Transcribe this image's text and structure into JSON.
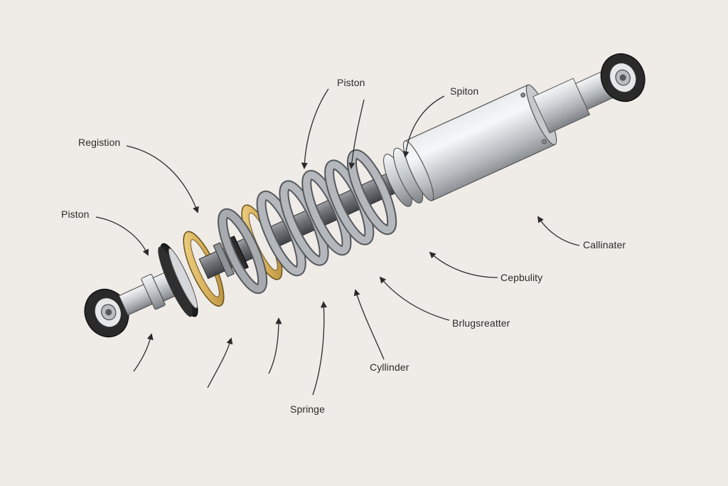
{
  "labels": {
    "piston_top": "Piston",
    "spiton": "Spiton",
    "registion": "Registion",
    "piston_left": "Piston",
    "callinater": "Callinater",
    "cepbulity": "Cepbulity",
    "brlugsreatter": "Brlugsreatter",
    "cyllinder": "Cyllinder",
    "springe": "Springe"
  },
  "colors": {
    "background": "#efebe7",
    "metal": "#b9bcc0",
    "spring": "#9c9fa3",
    "ring_gold": "#d9b15a",
    "rubber": "#222222",
    "ink": "#2b2b2b"
  }
}
